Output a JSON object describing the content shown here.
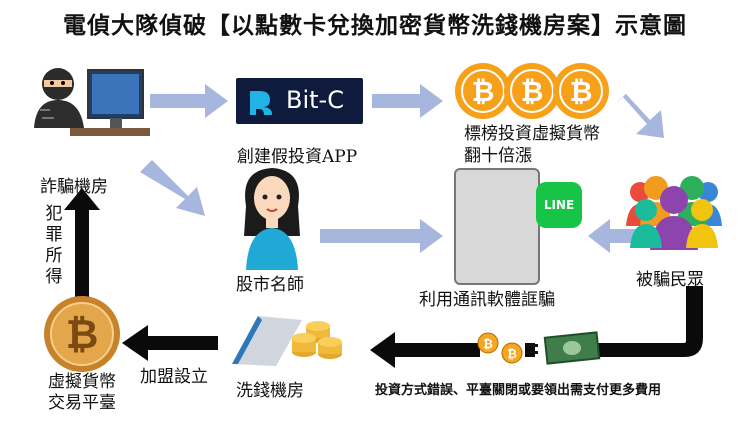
{
  "title": "電偵大隊偵破【以點數卡兌換加密貨幣洗錢機房案】示意圖",
  "nodes": {
    "fraud_room": "詐騙機房",
    "fake_app": "創建假投資APP",
    "app_logo": "Bit-C",
    "ranking": "標榜投資虛擬貨幣翻十倍漲",
    "stock_guru": "股市名師",
    "messaging": "利用通訊軟體誆騙",
    "line_logo": "LINE",
    "victims": "被騙民眾",
    "exchange": "虛擬貨幣交易平臺",
    "laundering_room": "洗錢機房",
    "crime_proceeds": "犯罪所得",
    "join": "加盟設立",
    "note": "投資方式錯誤、平臺關閉或要領出需支付更多費用"
  },
  "colors": {
    "arrow_blue": "#a7b6dc",
    "arrow_black": "#0a0a0a",
    "coin": "#f59b1e",
    "line_green": "#16c447",
    "bitc_bg": "#0f1b3d"
  }
}
